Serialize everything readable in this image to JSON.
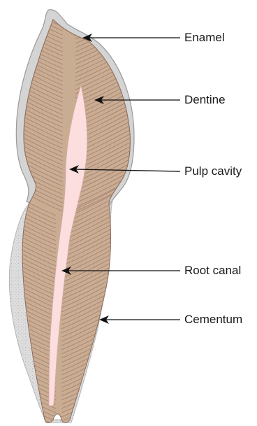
{
  "labels": {
    "enamel": "Enamel",
    "dentine": "Dentine",
    "pulp_cavity": "Pulp cavity",
    "root_canal": "Root canal",
    "cementum": "Cementum"
  },
  "colors": {
    "enamel": "#d4d4d4",
    "enamel_edge": "#9a9a9a",
    "dentine": "#c9ad92",
    "dentine_lines": "#a97f73",
    "pulp": "#fbdedd",
    "cementum": "#dddddd",
    "cementum_dots": "#a8a8a8",
    "arrow": "#111111"
  }
}
